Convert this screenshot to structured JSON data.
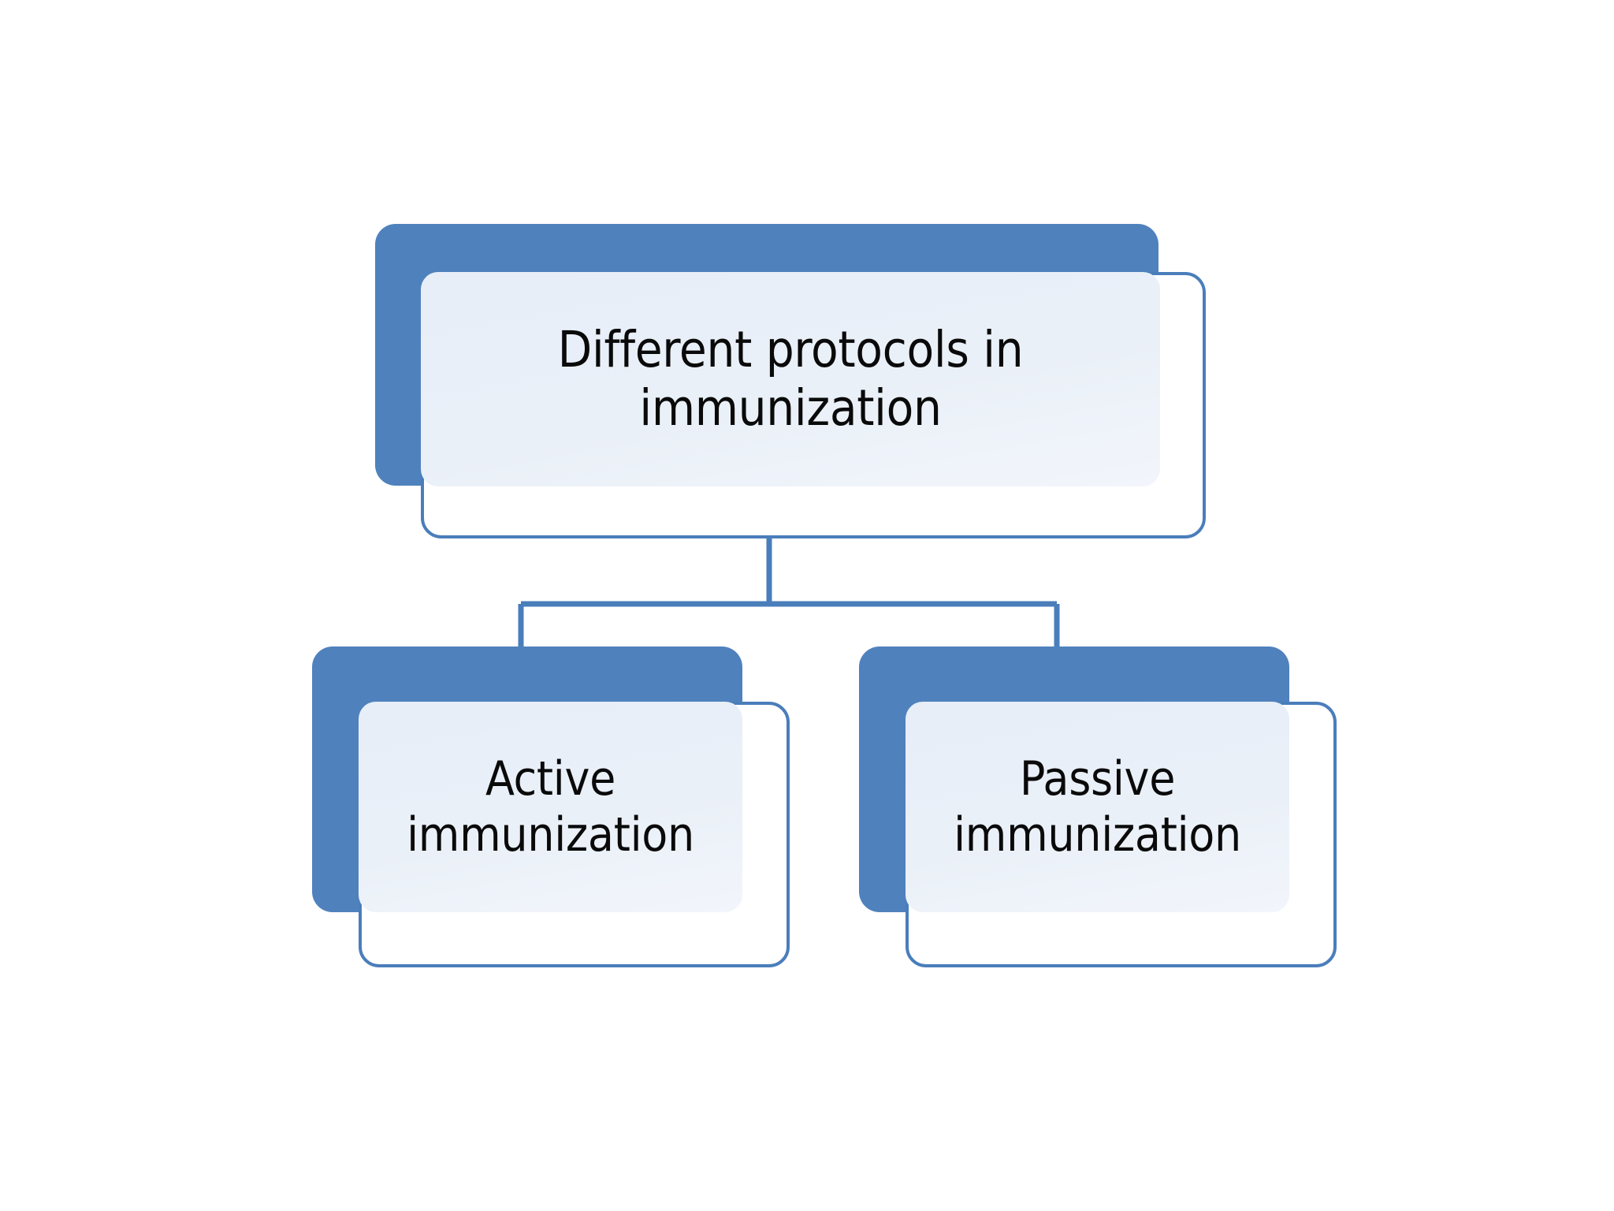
{
  "diagram": {
    "type": "hierarchy-tree",
    "title_text": "Different protocols in immunization",
    "background_color": "#FFFFFF",
    "accent_color": "#4F81BD",
    "outline_color": "#4A7EBB",
    "face_fill_color": "#E9EFF7",
    "text_color": "#0A0A0A",
    "connector_color": "#4A7EBB",
    "nodes": [
      {
        "id": "root",
        "label": "Different protocols in\nimmunization",
        "level": 0
      },
      {
        "id": "active",
        "label": "Active\nimmunization",
        "level": 1
      },
      {
        "id": "passive",
        "label": "Passive\nimmunization",
        "level": 1
      }
    ],
    "edges": [
      {
        "from": "root",
        "to": "active"
      },
      {
        "from": "root",
        "to": "passive"
      }
    ]
  }
}
